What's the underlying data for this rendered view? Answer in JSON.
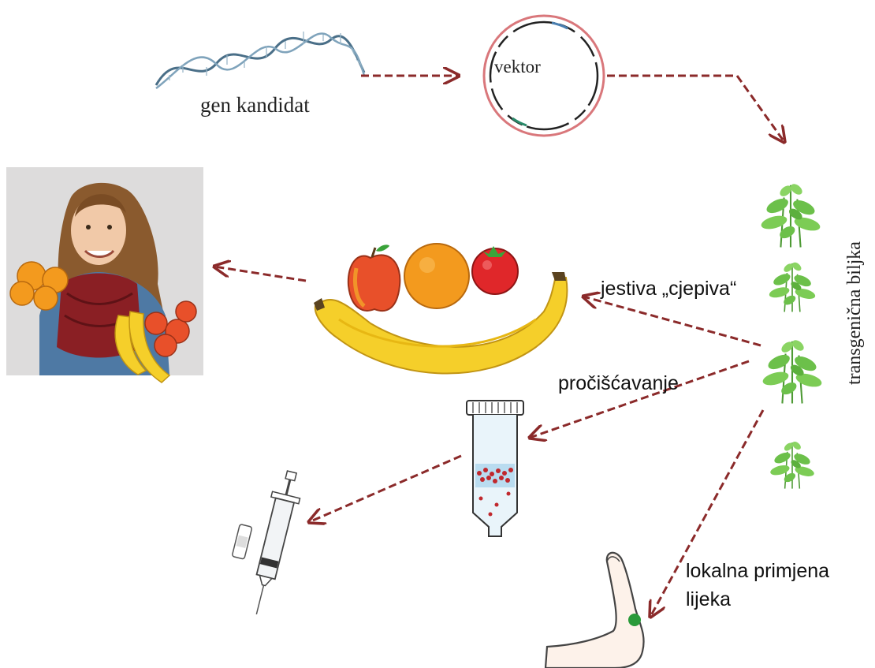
{
  "labels": {
    "gene": "gen kandidat",
    "vector": "vektor",
    "plant": "transgenična biljka",
    "edible": "jestiva „cjepiva“",
    "purification": "pročišćavanje",
    "local_line1": "lokalna primjena",
    "local_line2": "lijeka"
  },
  "colors": {
    "arrow": "#8b2a2a",
    "dna": "#4a6f88",
    "vector_ring": "#d9777b",
    "plant": "#6cc04a",
    "banana": "#f5cf2a",
    "orange": "#f39a1e",
    "apple": "#e8502a",
    "tomato": "#e0272a",
    "tissue_dot": "#2a9a3a"
  }
}
